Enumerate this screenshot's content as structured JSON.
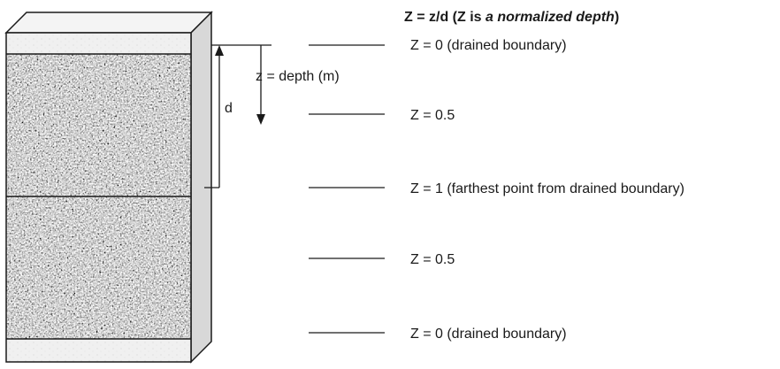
{
  "header": {
    "prefix": "Z = z/d (Z is ",
    "emphasis": "a normalized depth",
    "suffix": ")"
  },
  "depth_label": "z = depth (m)",
  "d_label": "d",
  "levels": [
    {
      "label": "Z = 0 (drained boundary)"
    },
    {
      "label": "Z = 0.5"
    },
    {
      "label": "Z = 1 (farthest point from drained boundary)"
    },
    {
      "label": "Z = 0.5"
    },
    {
      "label": "Z = 0 (drained boundary)"
    }
  ],
  "colors": {
    "ink": "#1a1a1a",
    "drainage_layer": "#efefef",
    "soil_base": "#9a9a9a"
  }
}
